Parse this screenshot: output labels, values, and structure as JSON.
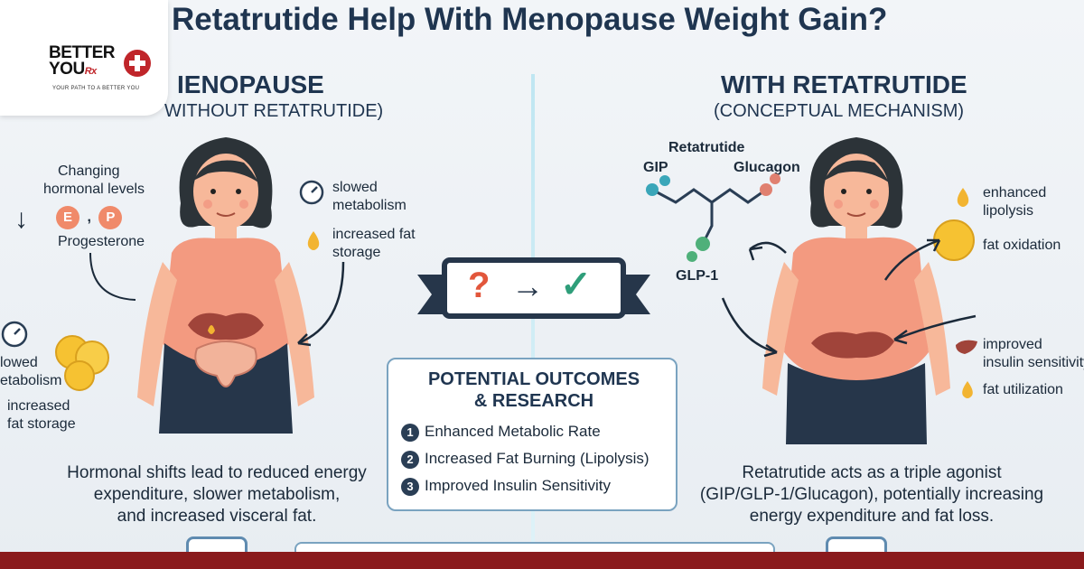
{
  "header": {
    "title": "Retatrutide Help With Menopause Weight Gain?"
  },
  "logo": {
    "line1": "BETTER",
    "line2": "YOU",
    "rx": "Rx",
    "tagline": "YOUR PATH TO A BETTER YOU"
  },
  "left": {
    "title": "IENOPAUSE",
    "subtitle": "WITHOUT RETATRUTIDE)",
    "labels": {
      "hormonal_1": "Changing",
      "hormonal_2": "hormonal levels",
      "estrogen": "E",
      "comma": ",",
      "progesterone_letter": "P",
      "progesterone": "Progesterone",
      "slowed_1": "slowed",
      "slowed_2": "metabolism",
      "fat_1": "increased fat",
      "fat_2": "storage",
      "side_slowed_1": "lowed",
      "side_slowed_2": "etabolism",
      "side_fat_1": "increased",
      "side_fat_2": "fat storage"
    },
    "caption": [
      "Hormonal shifts lead to reduced energy",
      "expenditure, slower metabolism,",
      "and increased visceral fat."
    ]
  },
  "right": {
    "title": "WITH RETATRUTIDE",
    "subtitle": "(CONCEPTUAL MECHANISM)",
    "molecule": {
      "name": "Retatrutide",
      "gip": "GIP",
      "glucagon": "Glucagon",
      "glp1": "GLP-1"
    },
    "labels": {
      "lipolysis_1": "enhanced",
      "lipolysis_2": "lipolysis",
      "oxidation": "fat oxidation",
      "insulin_1": "improved",
      "insulin_2": "insulin sensitivity",
      "utilization": "fat utilization"
    },
    "caption": [
      "Retatrutide acts as a triple agonist",
      "(GIP/GLP-1/Glucagon), potentially increasing",
      "energy expenditure and fat loss."
    ]
  },
  "outcomes": {
    "title_1": "POTENTIAL OUTCOMES",
    "title_2": "& RESEARCH",
    "items": [
      {
        "num": "1",
        "label": "Enhanced Metabolic Rate"
      },
      {
        "num": "2",
        "label": "Increased Fat Burning (Lipolysis)"
      },
      {
        "num": "3",
        "label": "Improved Insulin Sensitivity"
      }
    ]
  },
  "banner": {
    "question": "?",
    "arrow": "→",
    "check": "✓"
  },
  "colors": {
    "brand_red": "#8a1a1c",
    "navy": "#1f3550",
    "skin": "#f7a98a",
    "body_top": "#f39a80",
    "hair": "#2c3338",
    "check": "#2f9e7a",
    "question": "#e2563b"
  }
}
